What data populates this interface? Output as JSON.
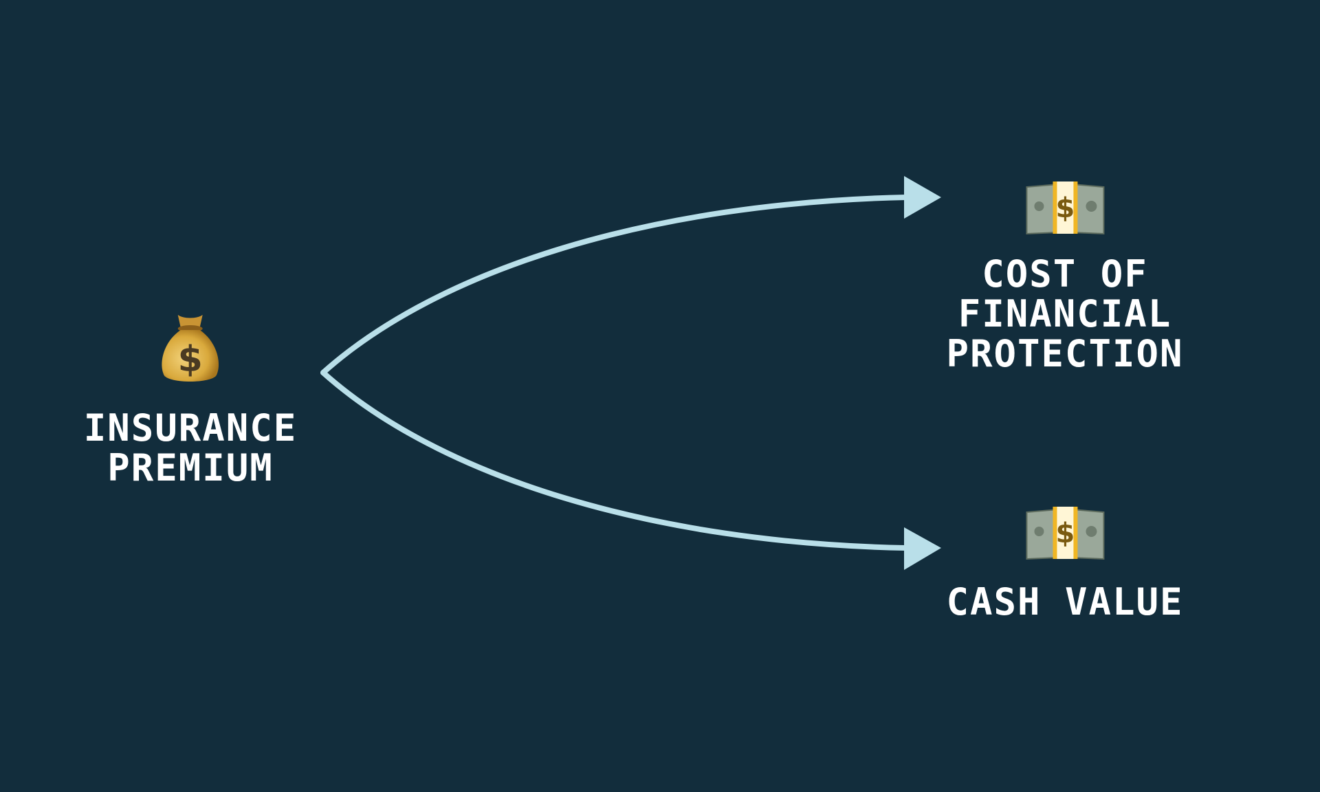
{
  "diagram": {
    "source": {
      "icon": "money-bag-icon",
      "label": "INSURANCE\nPREMIUM"
    },
    "targets": [
      {
        "icon": "banknote-icon",
        "label": "COST OF\nFINANCIAL\nPROTECTION"
      },
      {
        "icon": "banknote-icon",
        "label": "CASH VALUE"
      }
    ]
  },
  "colors": {
    "background": "#122d3c",
    "arrow": "#b9dfe9",
    "text": "#ffffff"
  }
}
